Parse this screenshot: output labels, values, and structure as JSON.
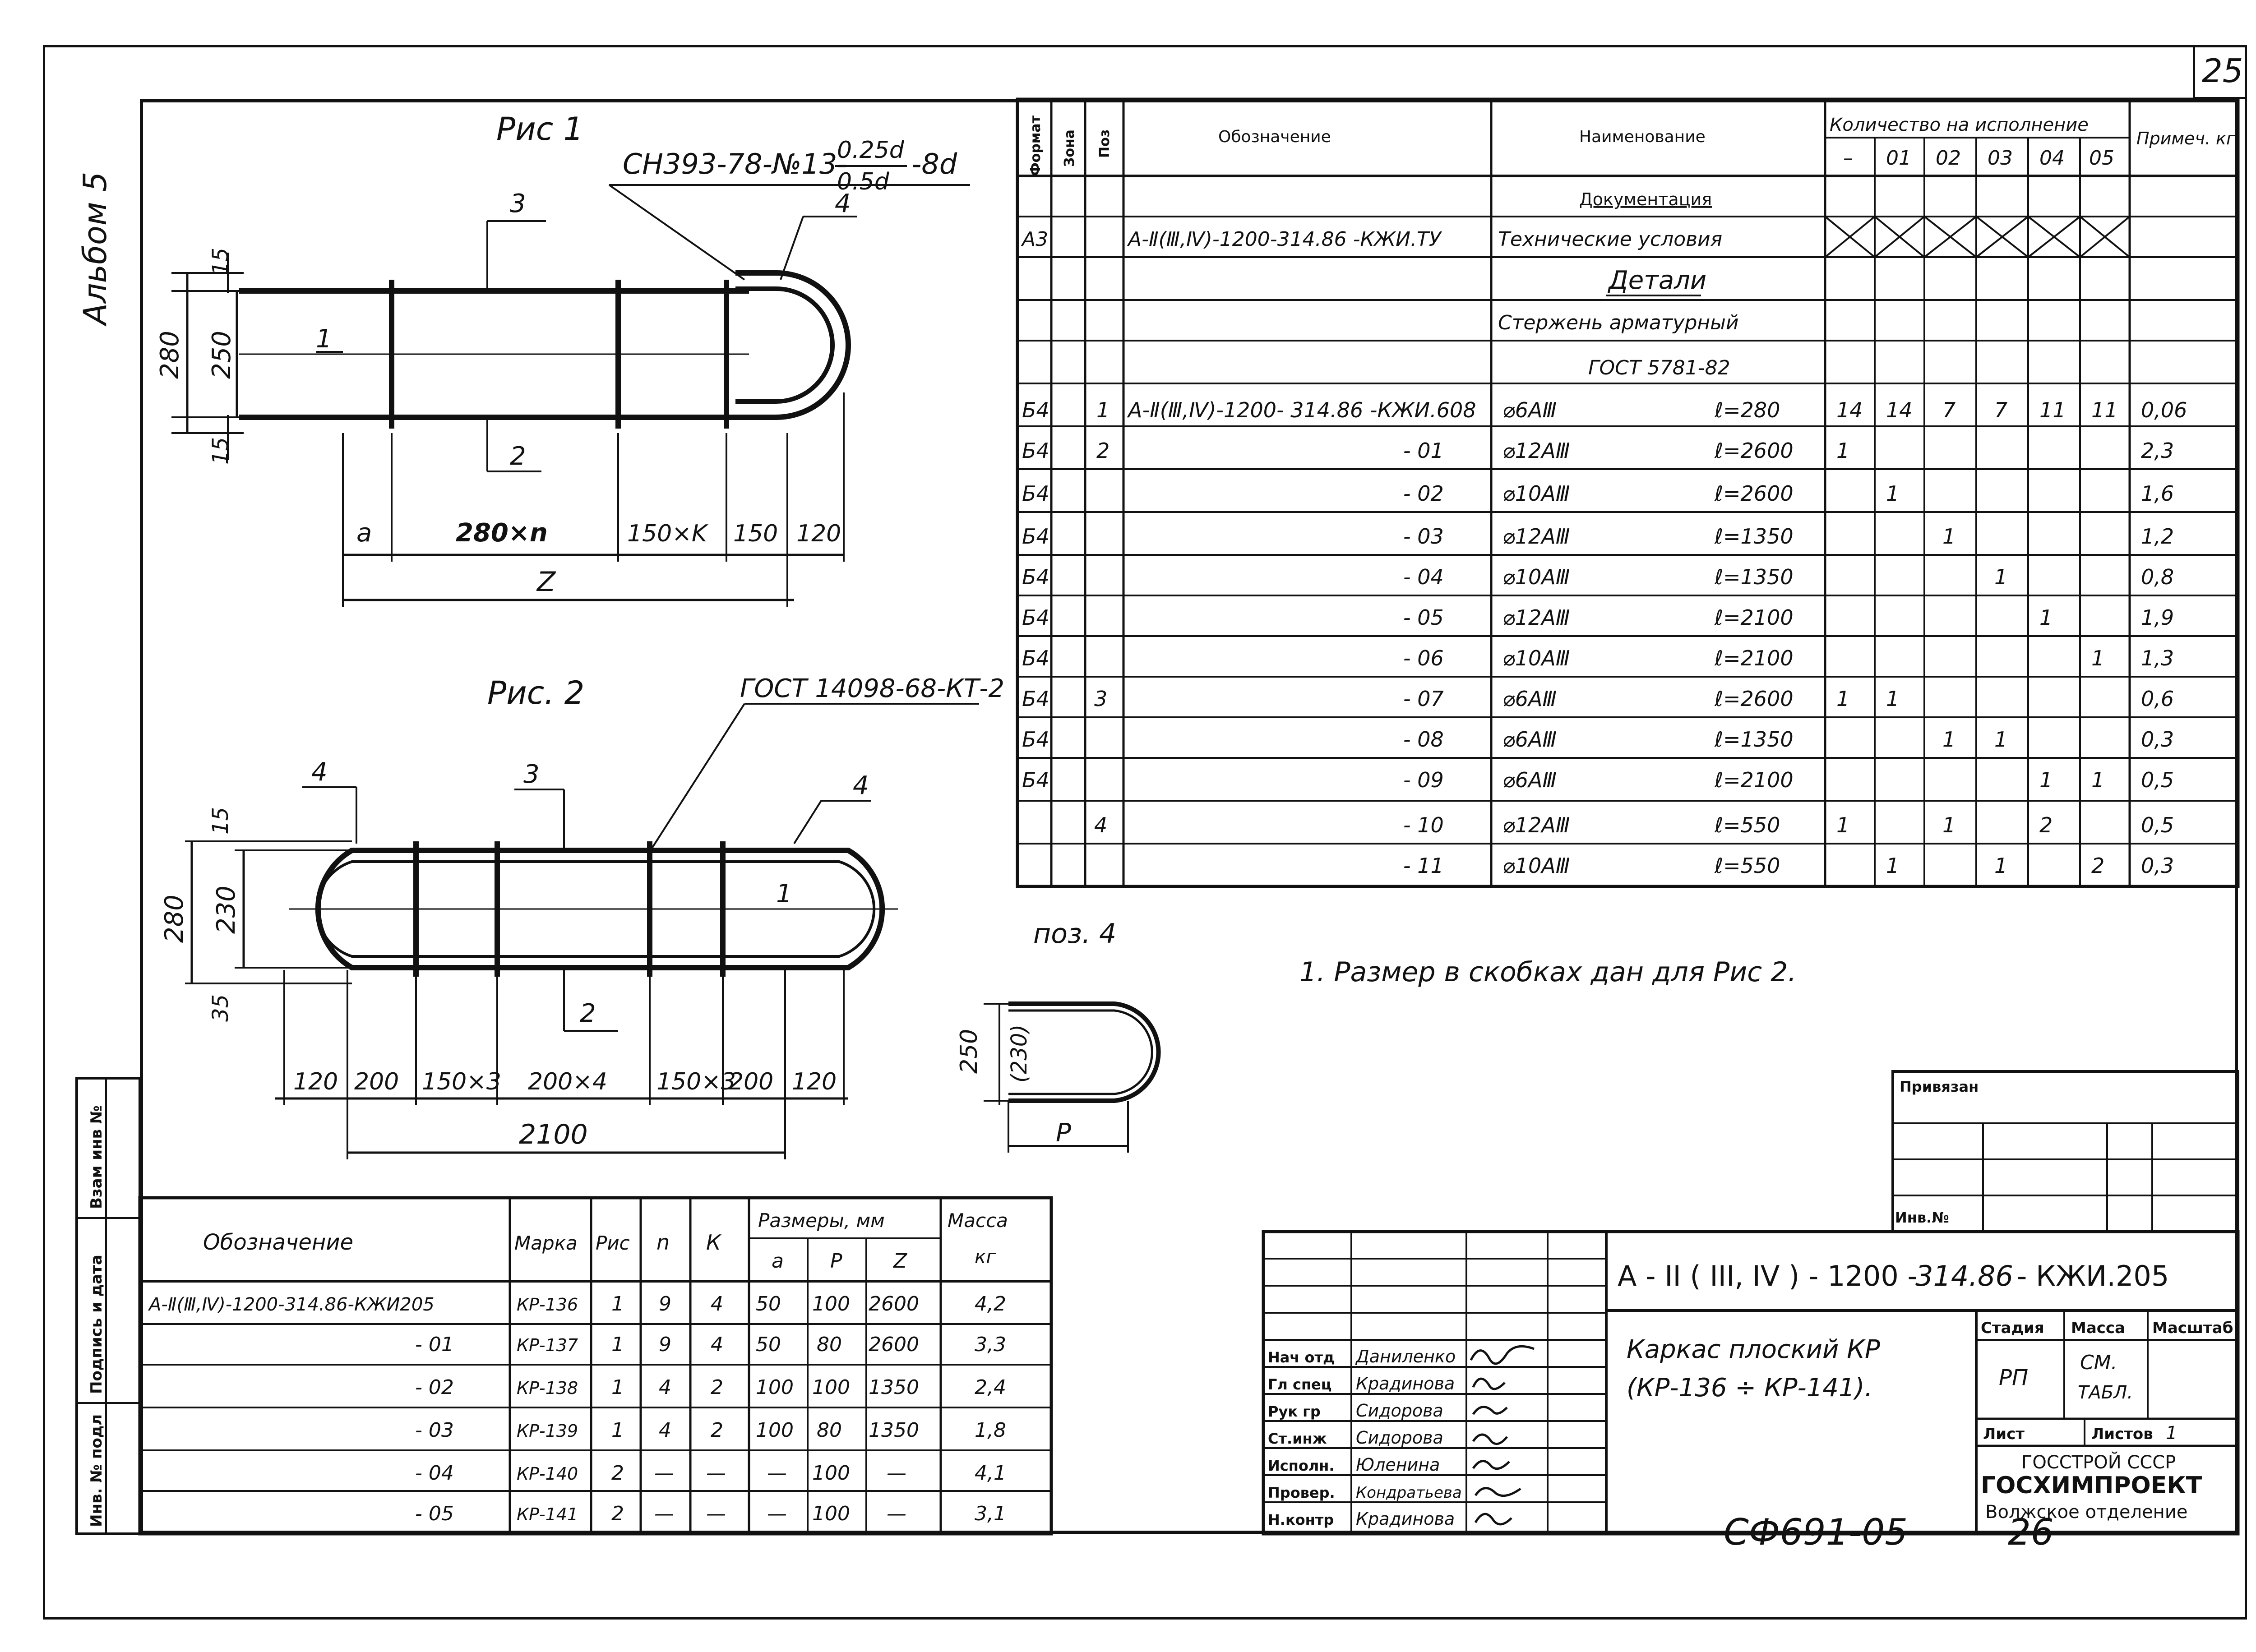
{
  "page_number": "25",
  "album_label": "Альбом 5",
  "figures": {
    "fig1": {
      "title": "Рис 1",
      "weld_note": "СН393-78-№13-",
      "weld_frac_top": "0.25d",
      "weld_frac_bottom": "0.5d",
      "weld_tail": "-8d",
      "dim_280": "280",
      "dim_250": "250",
      "dim_15a": "15",
      "dim_15b": "15",
      "dim_a": "a",
      "dim_280n": "280×n",
      "dim_150k": "150×K",
      "dim_150": "150",
      "dim_120": "120",
      "dim_z": "Z",
      "pos1": "1",
      "pos2": "2",
      "pos3": "3",
      "pos4": "4"
    },
    "fig2": {
      "title": "Рис. 2",
      "weld_note": "ГОСТ 14098-68-КТ-2",
      "dim_280": "280",
      "dim_230": "230",
      "dim_15": "15",
      "dim_35": "35",
      "bottom_dims": [
        "120",
        "200",
        "150×3",
        "200×4",
        "150×3",
        "200",
        "120"
      ],
      "dim_total": "2100",
      "pos1": "1",
      "pos2": "2",
      "pos3": "3",
      "pos4a": "4",
      "pos4b": "4"
    },
    "poz4": {
      "title": "поз. 4",
      "dim_250": "250",
      "dim_230": "(230)",
      "dim_r": "P"
    }
  },
  "spec_table": {
    "headers": {
      "format": "Формат",
      "zone": "Зона",
      "pos": "Поз",
      "designation": "Обозначение",
      "name": "Наименование",
      "qty_group": "Количество на исполнение",
      "qty_cols": [
        "–",
        "01",
        "02",
        "03",
        "04",
        "05"
      ],
      "note": "Примеч. кг"
    },
    "section_doc": "Документация",
    "doc_row": {
      "format": "А3",
      "designation": "А-Ⅱ(Ⅲ,Ⅳ)-1200-314.86 -КЖИ.ТУ",
      "name": "Технические условия"
    },
    "section_details": "Детали",
    "details_sub1": "Стержень арматурный",
    "details_sub2": "ГОСТ 5781-82",
    "rows": [
      {
        "format": "Б4",
        "pos": "1",
        "designation": "А-Ⅱ(Ⅲ,Ⅳ)-1200- 314.86 -КЖИ.608",
        "name": "⌀6АⅢ",
        "len": "ℓ=280",
        "q": [
          "14",
          "14",
          "7",
          "7",
          "11",
          "11"
        ],
        "note": "0,06"
      },
      {
        "format": "Б4",
        "pos": "2",
        "designation": "- 01",
        "name": "⌀12АⅢ",
        "len": "ℓ=2600",
        "q": [
          "1",
          "",
          "",
          "",
          "",
          ""
        ],
        "note": "2,3"
      },
      {
        "format": "Б4",
        "pos": "",
        "designation": "- 02",
        "name": "⌀10АⅢ",
        "len": "ℓ=2600",
        "q": [
          "",
          "1",
          "",
          "",
          "",
          ""
        ],
        "note": "1,6"
      },
      {
        "format": "Б4",
        "pos": "",
        "designation": "- 03",
        "name": "⌀12АⅢ",
        "len": "ℓ=1350",
        "q": [
          "",
          "",
          "1",
          "",
          "",
          ""
        ],
        "note": "1,2"
      },
      {
        "format": "Б4",
        "pos": "",
        "designation": "- 04",
        "name": "⌀10АⅢ",
        "len": "ℓ=1350",
        "q": [
          "",
          "",
          "",
          "1",
          "",
          ""
        ],
        "note": "0,8"
      },
      {
        "format": "Б4",
        "pos": "",
        "designation": "- 05",
        "name": "⌀12АⅢ",
        "len": "ℓ=2100",
        "q": [
          "",
          "",
          "",
          "",
          "1",
          ""
        ],
        "note": "1,9"
      },
      {
        "format": "Б4",
        "pos": "",
        "designation": "- 06",
        "name": "⌀10АⅢ",
        "len": "ℓ=2100",
        "q": [
          "",
          "",
          "",
          "",
          "",
          "1"
        ],
        "note": "1,3"
      },
      {
        "format": "Б4",
        "pos": "3",
        "designation": "- 07",
        "name": "⌀6АⅢ",
        "len": "ℓ=2600",
        "q": [
          "1",
          "1",
          "",
          "",
          "",
          ""
        ],
        "note": "0,6"
      },
      {
        "format": "Б4",
        "pos": "",
        "designation": "- 08",
        "name": "⌀6АⅢ",
        "len": "ℓ=1350",
        "q": [
          "",
          "",
          "1",
          "1",
          "",
          ""
        ],
        "note": "0,3"
      },
      {
        "format": "Б4",
        "pos": "",
        "designation": "- 09",
        "name": "⌀6АⅢ",
        "len": "ℓ=2100",
        "q": [
          "",
          "",
          "",
          "",
          "1",
          "1"
        ],
        "note": "0,5"
      },
      {
        "format": "",
        "pos": "4",
        "designation": "- 10",
        "name": "⌀12АⅢ",
        "len": "ℓ=550",
        "q": [
          "1",
          "",
          "1",
          "",
          "2",
          ""
        ],
        "note": "0,5"
      },
      {
        "format": "",
        "pos": "",
        "designation": "- 11",
        "name": "⌀10АⅢ",
        "len": "ℓ=550",
        "q": [
          "",
          "1",
          "",
          "1",
          "",
          "2"
        ],
        "note": "0,3"
      }
    ]
  },
  "note_text": "1. Размер в скобках дан для Рис 2.",
  "marks_table": {
    "headers": {
      "designation": "Обозначение",
      "mark": "Марка",
      "fig": "Рис",
      "n": "n",
      "k": "К",
      "sizes": "Размеры, мм",
      "a": "a",
      "p": "P",
      "z": "Z",
      "mass": "Масса",
      "mass_unit": "кг"
    },
    "rows": [
      {
        "designation": "А-Ⅱ(Ⅲ,Ⅳ)-1200-314.86-КЖИ205",
        "mark": "КР-136",
        "fig": "1",
        "n": "9",
        "k": "4",
        "a": "50",
        "p": "100",
        "z": "2600",
        "mass": "4,2"
      },
      {
        "designation": "- 01",
        "mark": "КР-137",
        "fig": "1",
        "n": "9",
        "k": "4",
        "a": "50",
        "p": "80",
        "z": "2600",
        "mass": "3,3"
      },
      {
        "designation": "- 02",
        "mark": "КР-138",
        "fig": "1",
        "n": "4",
        "k": "2",
        "a": "100",
        "p": "100",
        "z": "1350",
        "mass": "2,4"
      },
      {
        "designation": "- 03",
        "mark": "КР-139",
        "fig": "1",
        "n": "4",
        "k": "2",
        "a": "100",
        "p": "80",
        "z": "1350",
        "mass": "1,8"
      },
      {
        "designation": "- 04",
        "mark": "КР-140",
        "fig": "2",
        "n": "—",
        "k": "—",
        "a": "—",
        "p": "100",
        "z": "—",
        "mass": "4,1"
      },
      {
        "designation": "- 05",
        "mark": "КР-141",
        "fig": "2",
        "n": "—",
        "k": "—",
        "a": "—",
        "p": "100",
        "z": "—",
        "mass": "3,1"
      }
    ]
  },
  "side_stamp": {
    "vzam": "Взам инв №",
    "podpis": "Подпись и дата",
    "inv": "Инв. № подл"
  },
  "title_block": {
    "privyazan": "Привязан",
    "inv_no": "Инв.№",
    "code_prefix": "А - II ( III, IV ) - 1200 -",
    "code_num": "314.86",
    "code_suffix": "- КЖИ.205",
    "title_line1": "Каркас плоский КР",
    "title_line2": "(КР-136 ÷ КР-141).",
    "stage_label": "Стадия",
    "mass_label": "Масса",
    "scale_label": "Масштаб",
    "stage": "РП",
    "mass_line1": "СМ.",
    "mass_line2": "ТАБЛ.",
    "sheet_label": "Лист",
    "sheets_label": "Листов",
    "sheets": "1",
    "org1": "ГОССТРОЙ СССР",
    "org2": "ГОСХИМПРОЕКТ",
    "org3": "Волжское отделение",
    "people": [
      {
        "role": "Нач отд",
        "name": "Даниленко"
      },
      {
        "role": "Гл спец",
        "name": "Крадинова"
      },
      {
        "role": "Рук гр",
        "name": "Сидорова"
      },
      {
        "role": "Ст.инж",
        "name": "Сидорова"
      },
      {
        "role": "Исполн.",
        "name": "Юленина"
      },
      {
        "role": "Провер.",
        "name": "Кондратьева"
      },
      {
        "role": "Н.контр",
        "name": "Крадинова"
      }
    ]
  },
  "bottom_code": "СФ691-05",
  "bottom_num": "26"
}
